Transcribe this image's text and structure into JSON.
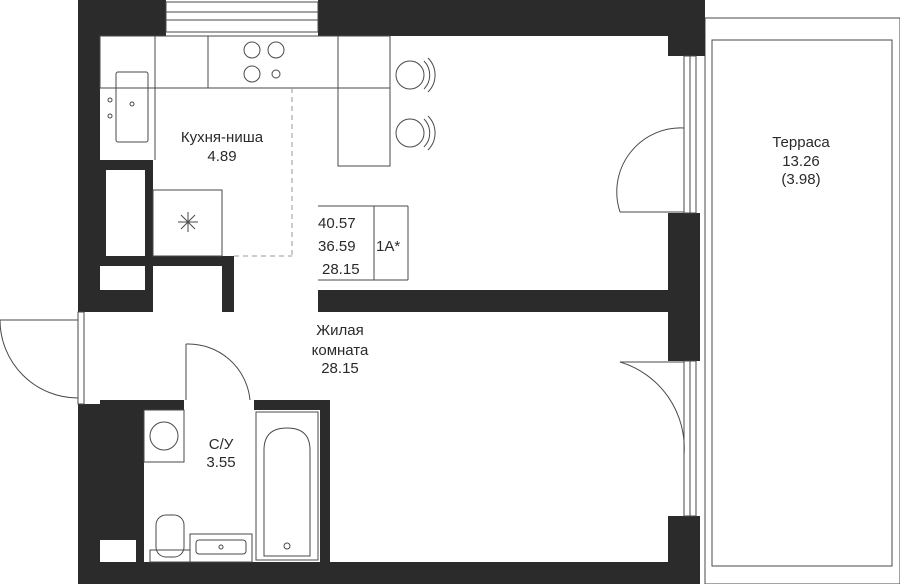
{
  "rooms": [
    {
      "name": "Кухня-ниша",
      "area": "4.89"
    },
    {
      "name_line1": "Жилая",
      "name_line2": "комната",
      "area": "28.15"
    },
    {
      "name": "С/У",
      "area": "3.55"
    },
    {
      "name": "Терраса",
      "area": "13.26",
      "area_note": "(3.98)"
    }
  ],
  "summary": {
    "total_area": "40.57",
    "area_without_terrace": "36.59",
    "living_area": "28.15",
    "apartment_type": "1А*"
  },
  "colors": {
    "wall": "#2b2b2b",
    "line": "#4a4a4a",
    "background": "#ffffff"
  }
}
